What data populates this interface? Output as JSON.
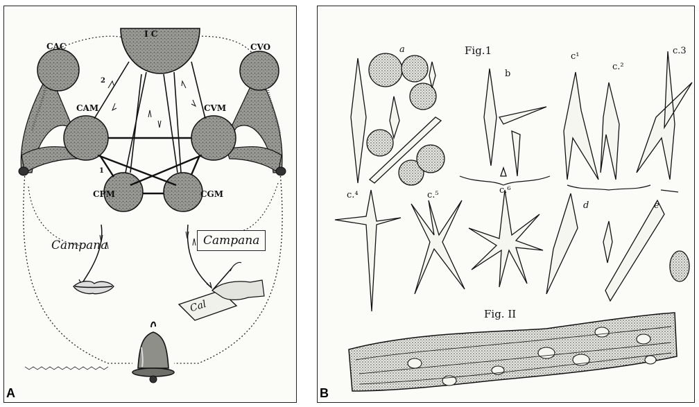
{
  "panel_a": {
    "letter": "A",
    "nodes": {
      "top": "I C",
      "cac": "CAC",
      "cvo": "CVO",
      "cam": "CAM",
      "cvm": "CVM",
      "cpm": "CPM",
      "cgm": "CGM"
    },
    "small_marks": {
      "two": "2",
      "one": "1"
    },
    "words": {
      "left": "Campana",
      "right_boxed": "Campana",
      "card": "Cal"
    }
  },
  "panel_b": {
    "letter": "B",
    "fig1": "Fig.1",
    "fig2": "Fig. II",
    "labels": {
      "a": "a",
      "b": "b",
      "c1": "c¹",
      "c2": "c.²",
      "c3": "c.3",
      "c4": "c.⁴",
      "c5": "c.⁵",
      "c6": "c.⁶",
      "d": "d",
      "e": "e"
    }
  },
  "colors": {
    "ink": "#111111",
    "shade": "#8a8a86",
    "paper": "#fbfbf7"
  }
}
